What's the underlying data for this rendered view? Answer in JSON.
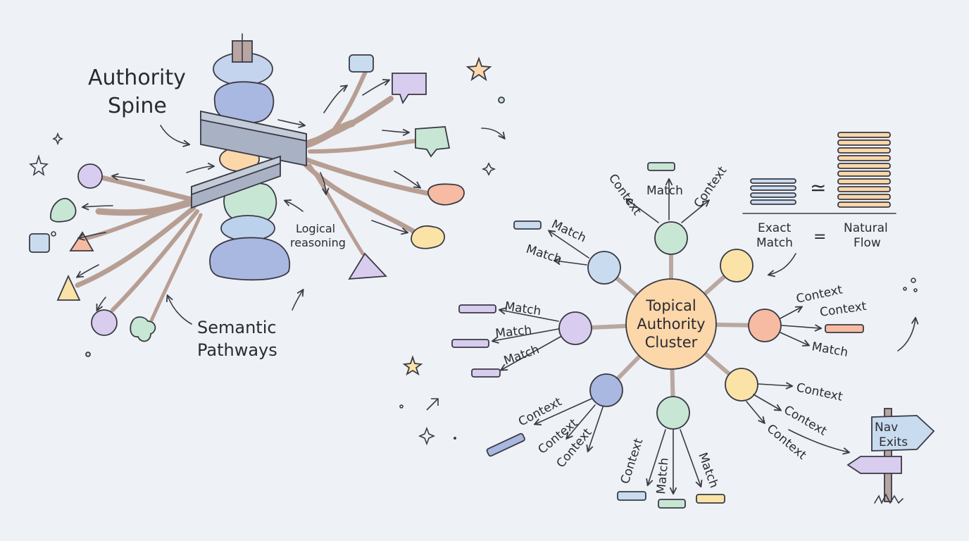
{
  "left": {
    "title_line1": "Authority",
    "title_line2": "Spine",
    "semantic_line1": "Semantic",
    "semantic_line2": "Pathways",
    "logical_line1": "Logical",
    "logical_line2": "reasoning"
  },
  "cluster": {
    "line1": "Topical",
    "line2": "Authority",
    "line3": "Cluster"
  },
  "labels": {
    "match": "Match",
    "context": "Context"
  },
  "comparison": {
    "exact_line1": "Exact",
    "exact_line2": "Match",
    "natural_line1": "Natural",
    "natural_line2": "Flow",
    "equals": "=",
    "approx": "≃"
  },
  "sign": {
    "line1": "Nav",
    "line2": "Exits"
  },
  "colors": {
    "blue": "#c9dcef",
    "purple": "#d8cdef",
    "green": "#c8e6d4",
    "yellow": "#fbe3a8",
    "orange": "#f6bba2",
    "center": "#fbd7a9",
    "stone_blue": "#a9b8e0",
    "beam": "#a9b2c4"
  }
}
